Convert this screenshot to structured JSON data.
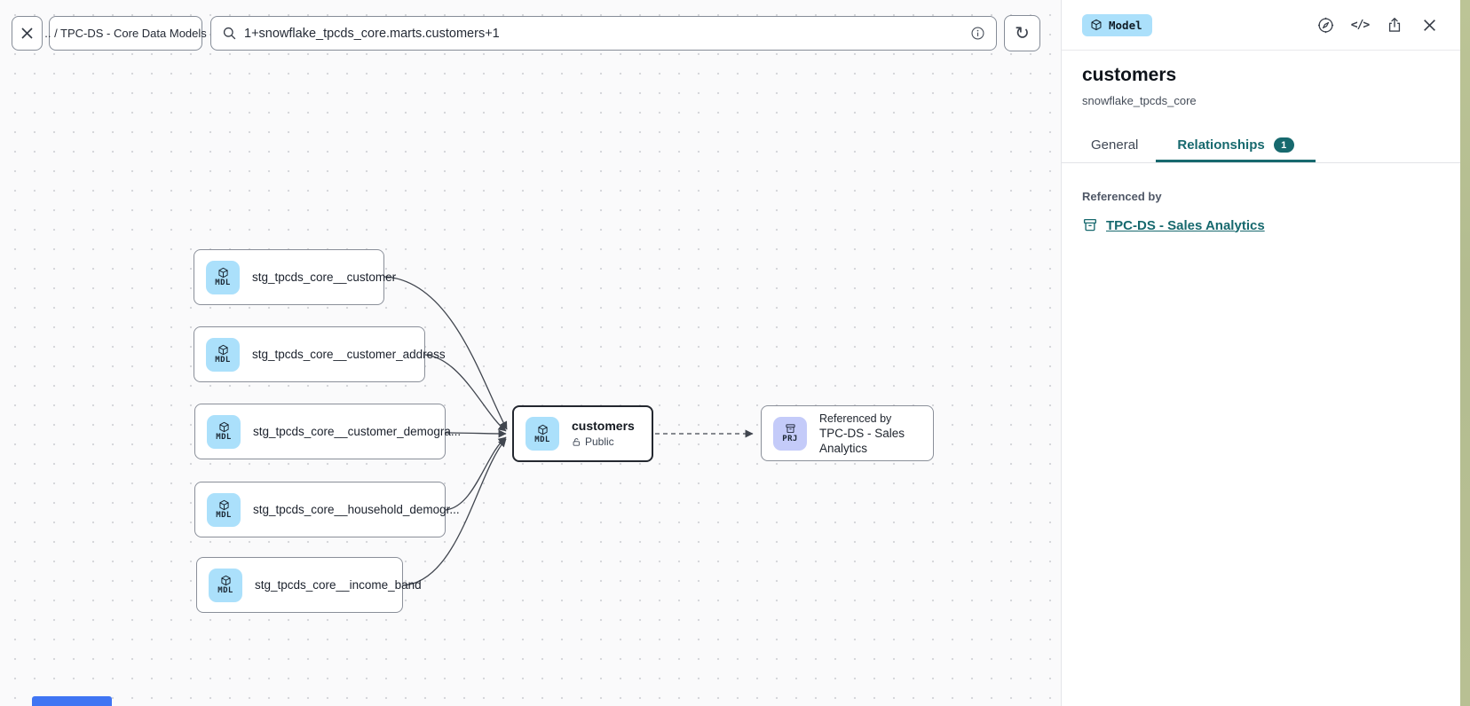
{
  "toolbar": {
    "breadcrumb": ".. / TPC-DS - Core Data Models",
    "search_value": "1+snowflake_tpcds_core.marts.customers+1"
  },
  "canvas": {
    "upstream_nodes": [
      {
        "badge": "MDL",
        "label": "stg_tpcds_core__customer"
      },
      {
        "badge": "MDL",
        "label": "stg_tpcds_core__customer_address"
      },
      {
        "badge": "MDL",
        "label": "stg_tpcds_core__customer_demogra..."
      },
      {
        "badge": "MDL",
        "label": "stg_tpcds_core__household_demogr..."
      },
      {
        "badge": "MDL",
        "label": "stg_tpcds_core__income_band"
      }
    ],
    "selected_node": {
      "badge": "MDL",
      "title": "customers",
      "visibility": "Public"
    },
    "reference_node": {
      "badge": "PRJ",
      "line1": "Referenced by",
      "line2": "TPC-DS - Sales Analytics"
    }
  },
  "panel": {
    "type_badge": "Model",
    "title": "customers",
    "subtitle": "snowflake_tpcds_core",
    "tabs": [
      {
        "label": "General"
      },
      {
        "label": "Relationships",
        "count": "1"
      }
    ],
    "referenced_by_label": "Referenced by",
    "referenced_by_link": "TPC-DS - Sales Analytics",
    "code_icon_glyph": "</>"
  },
  "colors": {
    "accent_teal": "#17696e",
    "model_chip_blue": "#abe0fb",
    "project_chip_purple": "#c4cbf9",
    "selected_border": "#23272f"
  }
}
